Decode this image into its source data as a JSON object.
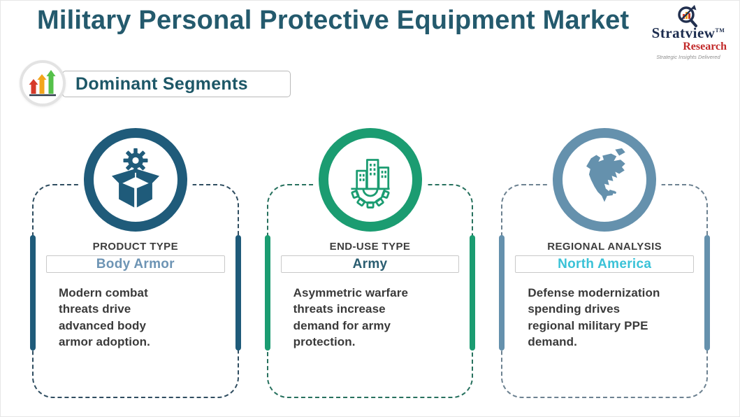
{
  "header": {
    "title": "Military Personal Protective Equipment Market",
    "badge_label": "Dominant Segments",
    "title_color": "#245a6d"
  },
  "logo": {
    "brand": "Stratview",
    "tm": "TM",
    "sub_brand": "Research",
    "tagline": "Strategic Insights Delivered",
    "brand_color": "#1c2c4e",
    "sub_brand_color": "#c22a2a"
  },
  "badge_icon": {
    "name": "growth-arrows-icon",
    "arrow_colors": [
      "#d63a2a",
      "#f2a51c",
      "#55c14a"
    ]
  },
  "cards": [
    {
      "category": "PRODUCT TYPE",
      "value": "Body Armor",
      "description": "Modern combat\nthreats drive\nadvanced body\narmor adoption.",
      "icon": "open-box-gear-icon",
      "theme": {
        "ring": "#1f5b7a",
        "bar": "#1f5b7a",
        "value_color": "#6d94b4",
        "dash": "#2f4d60"
      }
    },
    {
      "category": "END-USE TYPE",
      "value": "Army",
      "description": "Asymmetric warfare\nthreats increase\ndemand for army\nprotection.",
      "icon": "buildings-gear-icon",
      "theme": {
        "ring": "#1b9c71",
        "bar": "#1b9c71",
        "value_color": "#2a5d70",
        "dash": "#27715e"
      }
    },
    {
      "category": "REGIONAL ANALYSIS",
      "value": "North America",
      "description": "Defense modernization\nspending drives\nregional military PPE\ndemand.",
      "icon": "north-america-map-icon",
      "theme": {
        "ring": "#6591ad",
        "bar": "#6591ad",
        "value_color": "#3ac2d7",
        "dash": "#6d8291"
      }
    }
  ]
}
